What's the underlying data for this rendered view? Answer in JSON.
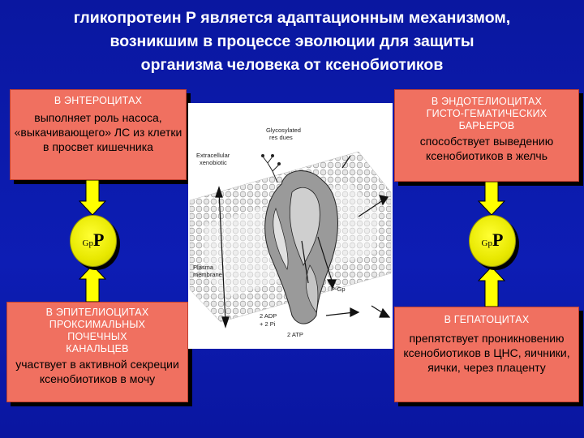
{
  "title": {
    "line1": "гликопротеин Р является адаптационным механизмом,",
    "line2": "возникшим в процессе эволюции для защиты",
    "line3": "организма человека от ксенобиотиков"
  },
  "boxes": {
    "top_left": {
      "caption": "В ЭНТЕРОЦИТАХ",
      "text": "выполняет роль насоса, «выкачивающего» ЛС из клетки в просвет кишечника"
    },
    "top_right": {
      "caption": "В ЭНДОТЕЛИОЦИТАХ ГИСТО-ГЕМАТИЧЕСКИХ БАРЬЕРОВ",
      "text": "способствует выведению ксенобиотиков в желчь"
    },
    "bottom_left": {
      "caption": "В ЭПИТЕЛИОЦИТАХ ПРОКСИМАЛЬНЫХ ПОЧЕЧНЫХ КАНАЛЬЦЕВ",
      "text": "участвует в активной секреции ксенобиотиков в мочу"
    },
    "bottom_right": {
      "caption": "В ГЕПАТОЦИТАХ",
      "text": "препятствует проникновению ксенобиотиков в ЦНС, яичники, яички, через плаценту"
    }
  },
  "circles": {
    "left": {
      "gp": "Gp",
      "p": "P"
    },
    "right": {
      "gp": "Gp",
      "p": "P"
    }
  },
  "diagram": {
    "glycosylated": "Glycosylated",
    "residues": "res dues",
    "extracellular": "Extracellular",
    "xenobiotic": "xenobiotic",
    "plasma": "Plasma",
    "membrane": "membrane",
    "pgp": "P-Gp",
    "adp": "2 ADP",
    "pi": "+ 2 Pi",
    "atp": "2 ATP"
  },
  "colors": {
    "background": "#0b1aa8",
    "box": "#f07060",
    "arrow": "#ffff00",
    "circle": "#e8e800"
  }
}
